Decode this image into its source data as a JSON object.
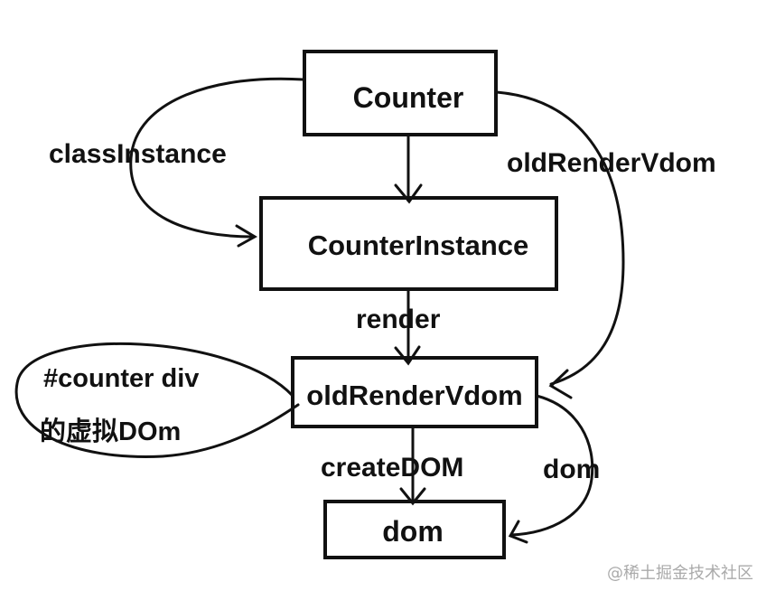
{
  "nodes": {
    "counter": "Counter",
    "counter_instance": "CounterInstance",
    "old_render_vdom": "oldRenderVdom",
    "dom": "dom"
  },
  "edges": {
    "class_instance": "classInstance",
    "old_render_vdom": "oldRenderVdom",
    "render": "render",
    "create_dom": "createDOM",
    "dom": "dom"
  },
  "annotation": {
    "line1": "#counter div",
    "line2": "的虚拟DOm"
  },
  "watermark": "@稀土掘金技术社区"
}
